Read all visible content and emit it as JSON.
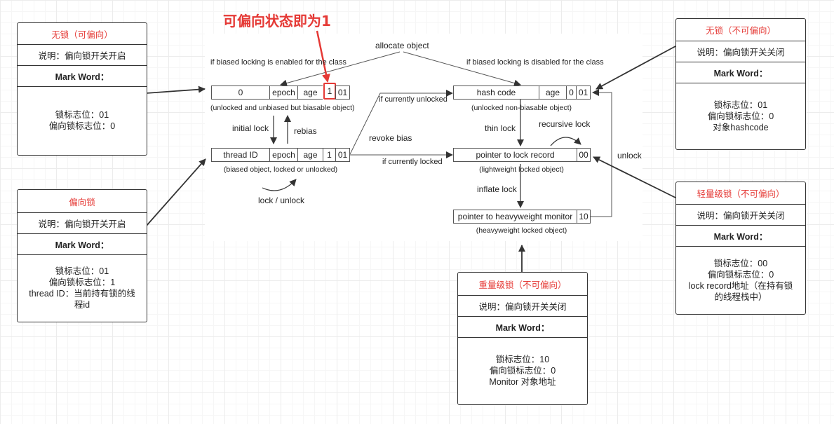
{
  "annotation": {
    "title": "可偏向状态即为1"
  },
  "figure": {
    "allocate_object": "allocate object",
    "biased_enabled": "if biased locking is enabled for the class",
    "biased_disabled": "if biased locking is disabled for the class",
    "row1_left": {
      "cells": [
        "0",
        "epoch",
        "age",
        "1",
        "01"
      ],
      "caption": "(unlocked and unbiased but biasable object)"
    },
    "row1_right": {
      "cells": [
        "hash code",
        "age",
        "0",
        "01"
      ],
      "caption": "(unlocked non-biasable object)"
    },
    "row2_left": {
      "cells": [
        "thread ID",
        "epoch",
        "age",
        "1",
        "01"
      ],
      "caption": "(biased object, locked or unlocked)"
    },
    "row2_right": {
      "cells": [
        "pointer to lock record",
        "00"
      ],
      "caption": "(lightweight locked object)"
    },
    "row3_right": {
      "cells": [
        "pointer to heavyweight monitor",
        "10"
      ],
      "caption": "(heavyweight locked object)"
    },
    "initial_lock": "initial lock",
    "rebias": "rebias",
    "lock_unlock": "lock / unlock",
    "if_currently_unlocked": "if currently unlocked",
    "revoke_bias": "revoke bias",
    "if_currently_locked": "if currently locked",
    "thin_lock": "thin lock",
    "recursive_lock": "recursive lock",
    "inflate_lock": "inflate lock",
    "unlock": "unlock"
  },
  "cards": {
    "no_lock_biasable": {
      "title": "无锁（可偏向）",
      "desc": "说明：偏向锁开关开启",
      "mark": "Mark Word：",
      "lines": [
        "锁标志位：01",
        "偏向锁标志位：0"
      ]
    },
    "biased": {
      "title": "偏向锁",
      "desc": "说明：偏向锁开关开启",
      "mark": "Mark Word：",
      "lines": [
        "锁标志位：01",
        "偏向锁标志位：1",
        "thread ID：当前持有锁的线",
        "程id"
      ]
    },
    "heavyweight": {
      "title": "重量级锁（不可偏向）",
      "desc": "说明：偏向锁开关关闭",
      "mark": "Mark Word：",
      "lines": [
        "锁标志位：10",
        "偏向锁标志位：0",
        "Monitor 对象地址"
      ]
    },
    "no_lock_nonbiasable": {
      "title": "无锁（不可偏向）",
      "desc": "说明：偏向锁开关关闭",
      "mark": "Mark Word：",
      "lines": [
        "锁标志位：01",
        "偏向锁标志位：0",
        "对象hashcode"
      ]
    },
    "lightweight": {
      "title": "轻量级锁（不可偏向）",
      "desc": "说明：偏向锁开关关闭",
      "mark": "Mark Word：",
      "lines": [
        "锁标志位：00",
        "偏向锁标志位：0",
        "lock record地址（在持有锁",
        "的线程栈中）"
      ]
    }
  }
}
